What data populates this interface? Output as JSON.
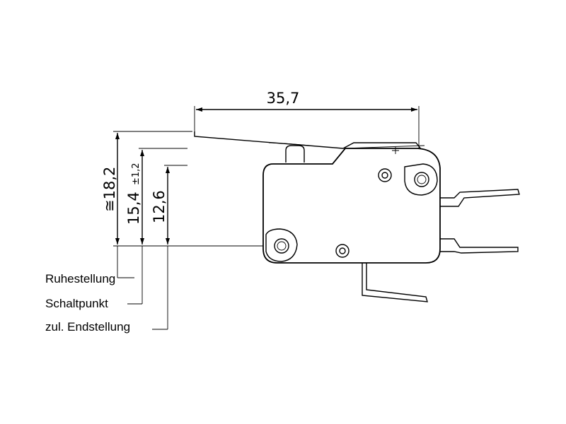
{
  "dimensions": {
    "width": "35,7",
    "height_total": "18,2",
    "height_total_prefix": "≅",
    "switching_height": "15,4",
    "switching_tolerance": "±1,2",
    "end_height": "12,6"
  },
  "labels": {
    "rest_position": "Ruhestellung",
    "switching_point": "Schaltpunkt",
    "end_position": "zul. Endstellung"
  }
}
